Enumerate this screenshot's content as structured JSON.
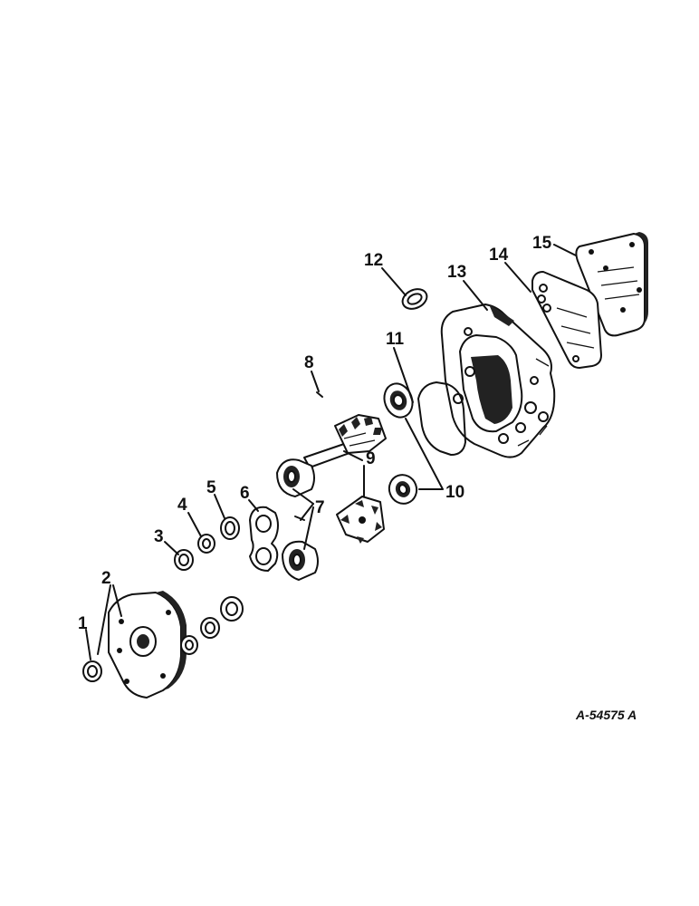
{
  "figure": {
    "callouts": [
      "1",
      "2",
      "3",
      "4",
      "5",
      "6",
      "7",
      "8",
      "9",
      "10",
      "11",
      "12",
      "13",
      "14",
      "15"
    ],
    "drawing_code": "A-54575 A"
  }
}
